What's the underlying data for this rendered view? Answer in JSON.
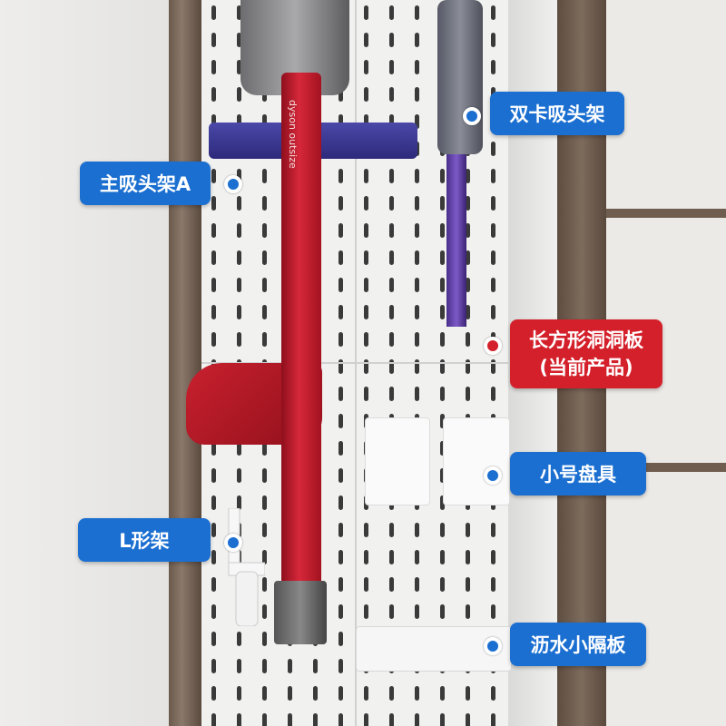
{
  "scene": {
    "description_colors": {
      "accent_blue": "#1b6fd1",
      "accent_red": "#d4202a",
      "pegboard": "#f2f2f2"
    },
    "wand_text": "dyson outsize"
  },
  "callouts": [
    {
      "label": "双卡吸头架",
      "color": "#1b6fd1"
    },
    {
      "label": "主吸头架A",
      "color": "#1b6fd1"
    },
    {
      "label": "长方形洞洞板",
      "sublabel": "(当前产品)",
      "color": "#d4202a"
    },
    {
      "label": "小号盘具",
      "color": "#1b6fd1"
    },
    {
      "label": "L形架",
      "color": "#1b6fd1"
    },
    {
      "label": "沥水小隔板",
      "color": "#1b6fd1"
    }
  ]
}
